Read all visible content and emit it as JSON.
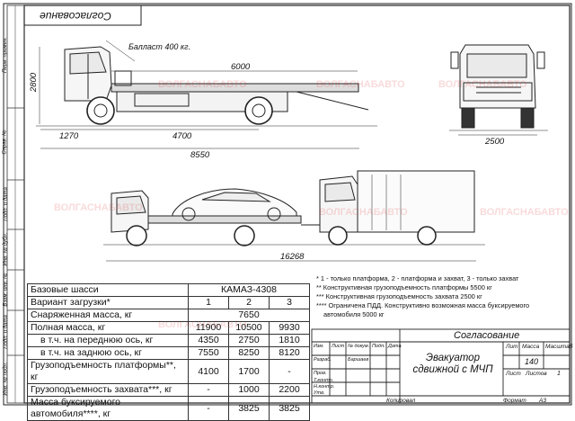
{
  "rotated_title": "Согласование",
  "watermarks": [
    "ВОЛГАСНАБАВТО"
  ],
  "dims": {
    "ballast": "Балласт 400 кг.",
    "platform_len": "6000",
    "height": "2800",
    "front": "1270",
    "wheelbase": "4700",
    "total_len": "8550",
    "width": "2500",
    "train_len": "16268"
  },
  "spec_table": {
    "head_label": "Базовые шасси",
    "head_value": "КАМАЗ-4308",
    "variant_label": "Вариант загрузки*",
    "variant_cols": [
      "1",
      "2",
      "3"
    ],
    "curb_label": "Снаряженная масса, кг",
    "curb_value": "7650",
    "rows": [
      {
        "label": "Полная масса, кг",
        "v": [
          "11900",
          "10500",
          "9930"
        ]
      },
      {
        "label": "в т.ч. на переднюю ось, кг",
        "v": [
          "4350",
          "2750",
          "1810"
        ]
      },
      {
        "label": "в т.ч. на заднюю ось, кг",
        "v": [
          "7550",
          "8250",
          "8120"
        ]
      },
      {
        "label": "Грузоподъемность платформы**, кг",
        "v": [
          "4100",
          "1700",
          "-"
        ]
      },
      {
        "label": "Грузоподъемность захвата***, кг",
        "v": [
          "-",
          "1000",
          "2200"
        ]
      },
      {
        "label": "Масса буксируемого автомобиля****, кг",
        "v": [
          "-",
          "3825",
          "3825"
        ]
      }
    ]
  },
  "notes": [
    "*  1 - только платформа, 2 - платформа и захват, 3 - только захват",
    "**  Конструктивная грузоподъемность платформы 5500 кг",
    "***  Конструктивная грузоподъемность захвата 2500 кг",
    "****  Ограничена ПДД. Конструктивно возможная масса буксируемого",
    "автомобиля 5000 кг"
  ],
  "title_block": {
    "approval": "Согласование",
    "product": "Эвакуатор сдвижной с МЧП",
    "lit": "Лит",
    "mass": "Масса",
    "scale": "Масштаб",
    "mass_value": "140",
    "sheet": "Лист",
    "sheets": "Листов",
    "sheets_value": "1",
    "rows_left": [
      "Изм.",
      "Лист",
      "№ докум.",
      "Подп.",
      "Дата"
    ],
    "roles": [
      "Разраб.",
      "Пров.",
      "Т.контр.",
      "Н.контр.",
      "Утв."
    ],
    "developer": "Баршаев",
    "copied": "Копировал",
    "format": "Формат",
    "format_value": "А3"
  },
  "left_strip": [
    "Перв. примен.",
    "Справ. №",
    "Подп. и дата",
    "Инв. № дубл.",
    "Взам. инв. №",
    "Подп. и дата",
    "Инв. № подл."
  ]
}
